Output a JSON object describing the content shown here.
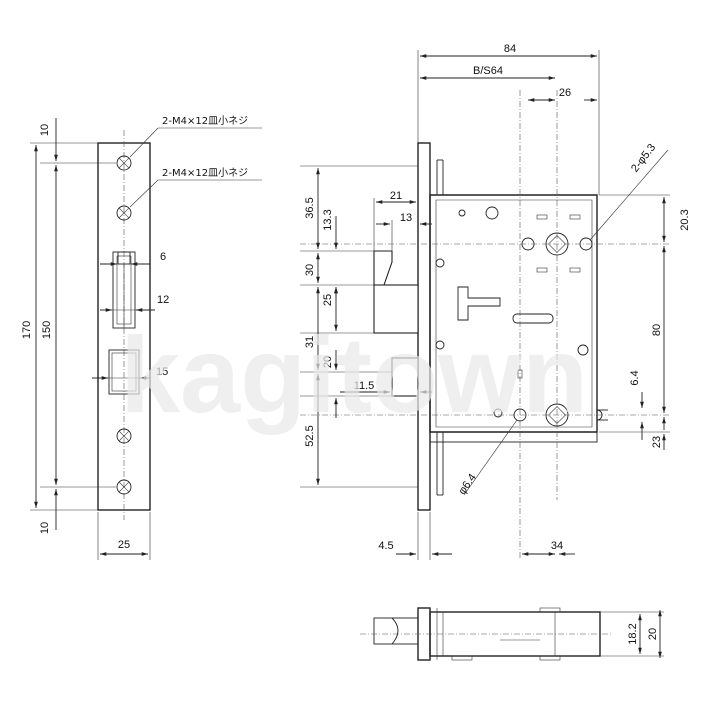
{
  "watermark": "kagitown",
  "front_view": {
    "dims": {
      "top_margin": "10",
      "bottom_margin": "10",
      "overall": "170",
      "screw_pitch": "150",
      "latch_width": "6",
      "latch_opening": "12",
      "deadbolt": "15",
      "plate_width": "25"
    },
    "notes": [
      "2-M4×12皿小ネジ",
      "2-M4×12皿小ネジ"
    ]
  },
  "side_view": {
    "dims": {
      "width_84": "84",
      "backset": "B/S64",
      "d26": "26",
      "d21": "21",
      "d13": "13",
      "d36_5": "36.5",
      "d13_3": "13.3",
      "d30": "30",
      "d25": "25",
      "d31": "31",
      "d20": "20",
      "d52_5": "52.5",
      "d11_5": "11.5",
      "hole_53": "2-φ5.3",
      "d20_3": "20.3",
      "d80": "80",
      "d6_4": "6.4",
      "d23": "23",
      "hole_64": "φ6.4",
      "d4_5": "4.5",
      "d34": "34"
    }
  },
  "bottom_view": {
    "dims": {
      "d18_2": "18.2",
      "d20": "20"
    }
  }
}
